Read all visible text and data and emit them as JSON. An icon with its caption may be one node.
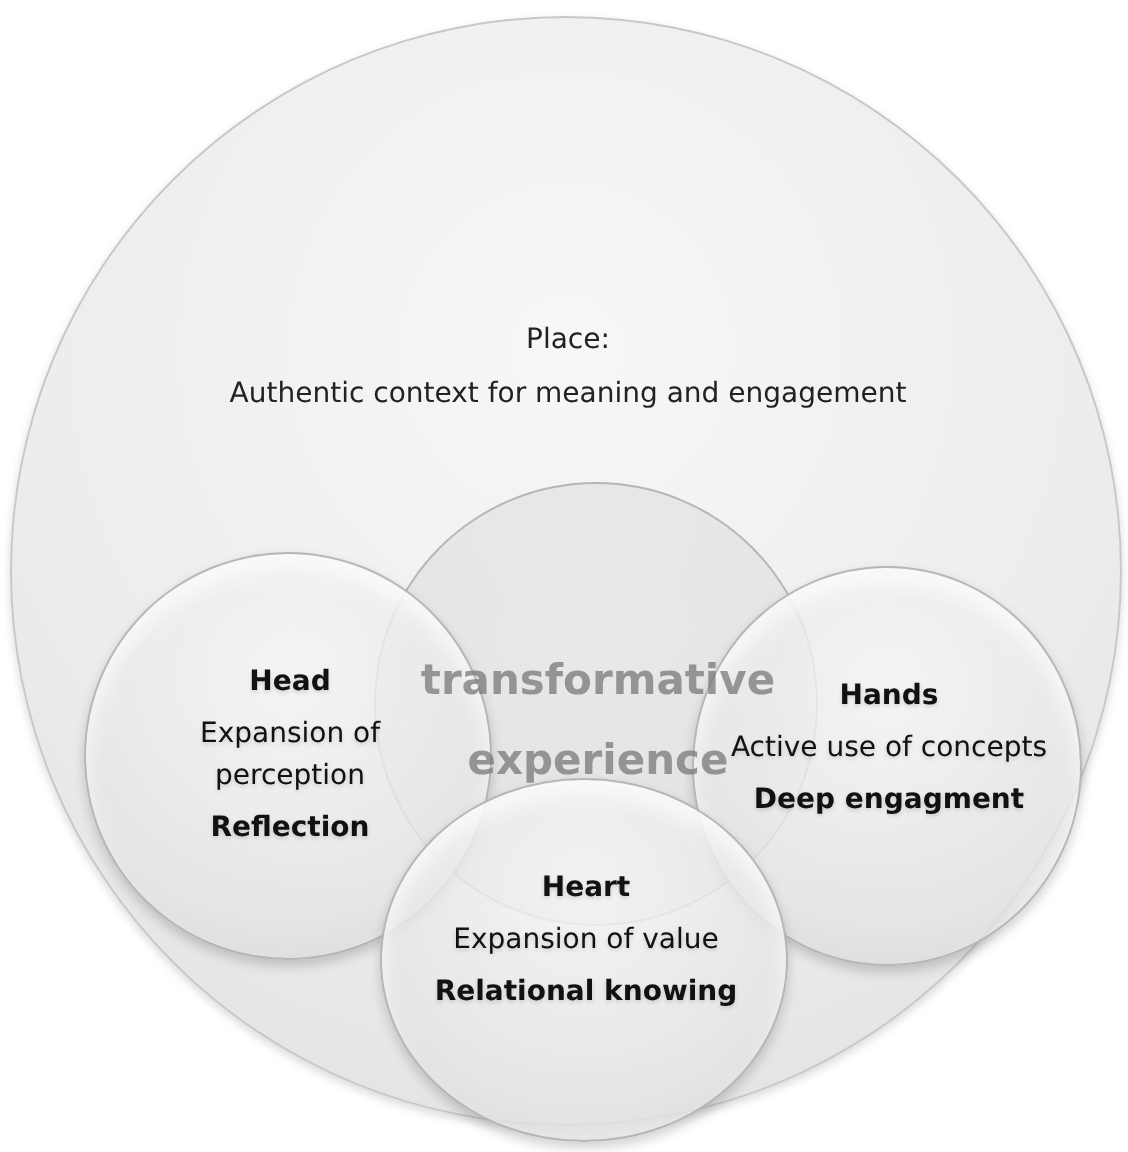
{
  "diagram": {
    "nodes": [
      {
        "text": [
          "Place:",
          "Authentic context for meaning and engagement"
        ]
      },
      {
        "text": [
          "transformative experience"
        ],
        "in": 0
      },
      {
        "text": [
          "Head",
          "Expansion of perception",
          "Reflection"
        ],
        "in": 0
      },
      {
        "text": [
          "Hands",
          "Active use of concepts",
          "Deep engagment"
        ],
        "in": 0
      },
      {
        "text": [
          "Heart",
          "Expansion of value",
          "Relational knowing"
        ],
        "in": 0
      }
    ]
  }
}
